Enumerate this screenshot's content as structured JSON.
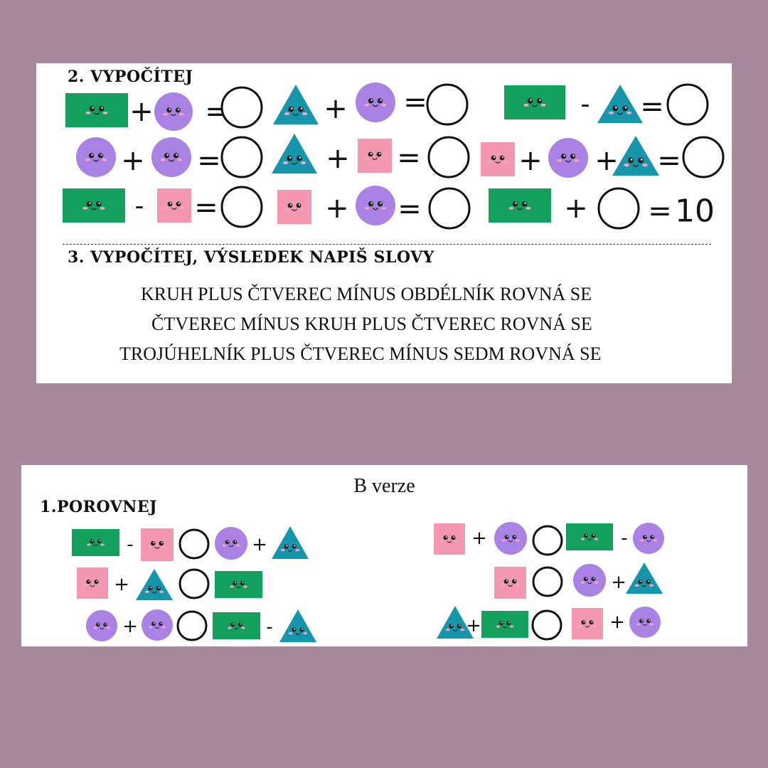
{
  "colors": {
    "background": "#a8889c",
    "rectangle": "#12a05c",
    "circle": "#a982e4",
    "triangle": "#1696aa",
    "square": "#f497b0",
    "cheek": "#f5a3c7",
    "eye": "#222222"
  },
  "icons": {
    "rectangle": "rectangle-face-icon",
    "circle": "circle-face-icon",
    "triangle": "triangle-face-icon",
    "square": "square-face-icon",
    "blank": "blank-circle-icon"
  },
  "top_card": {
    "section2_title": "2. VYPOČÍTEJ",
    "section3_title": "3. VYPOČÍTEJ, VÝSLEDEK NAPIŠ SLOVY",
    "word_problems": [
      "KRUH PLUS ČTVEREC MÍNUS OBDÉLNÍK ROVNÁ SE",
      "ČTVEREC MÍNUS KRUH PLUS ČTVEREC ROVNÁ SE",
      "TROJÚHELNÍK PLUS ČTVEREC MÍNUS SEDM ROVNÁ SE"
    ]
  },
  "bottom_card": {
    "version_label": "B verze",
    "section1_title": "1.POROVNEJ"
  },
  "symbols": {
    "plus": "+",
    "minus": "-",
    "equals": "=",
    "ten": "10"
  }
}
